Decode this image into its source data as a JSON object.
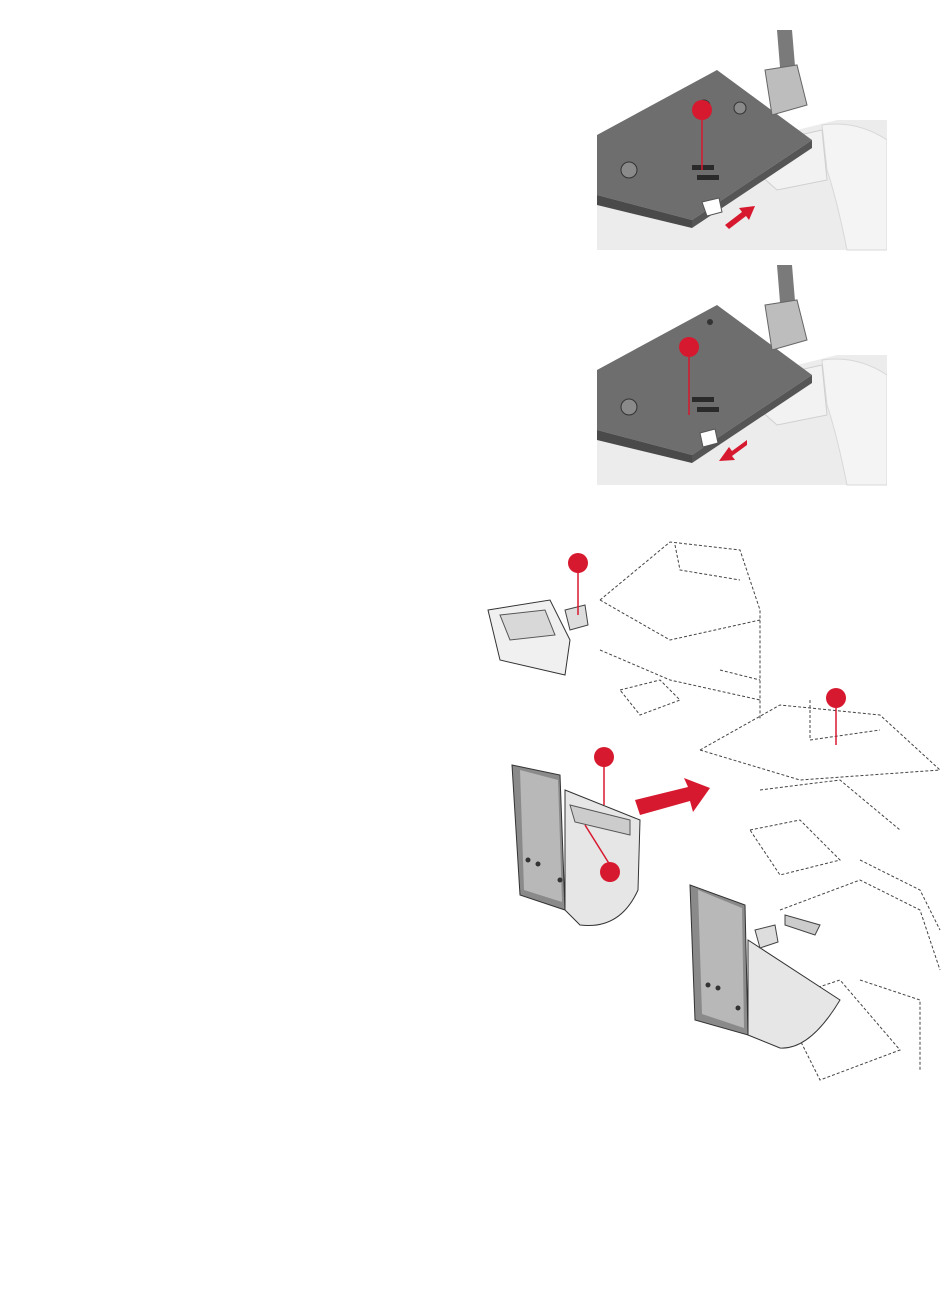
{
  "page": {
    "title": "",
    "text_blocks": []
  },
  "illustrations": [
    {
      "id": "stitch-width-lever-forward",
      "callouts": 1,
      "arrow_direction": "toward-back"
    },
    {
      "id": "stitch-width-lever-back",
      "callouts": 1,
      "arrow_direction": "toward-front"
    },
    {
      "id": "stitch-plate-insert-exploded",
      "callouts": 4,
      "arrow_direction": "right"
    }
  ],
  "colors": {
    "callout_red": "#d7192f",
    "plate_dark": "#6b6b6b",
    "plate_light": "#9a9a9a",
    "machine_white": "#efefef",
    "outline": "#333333"
  },
  "icons": [
    "callout-marker-icon",
    "direction-arrow-icon"
  ]
}
